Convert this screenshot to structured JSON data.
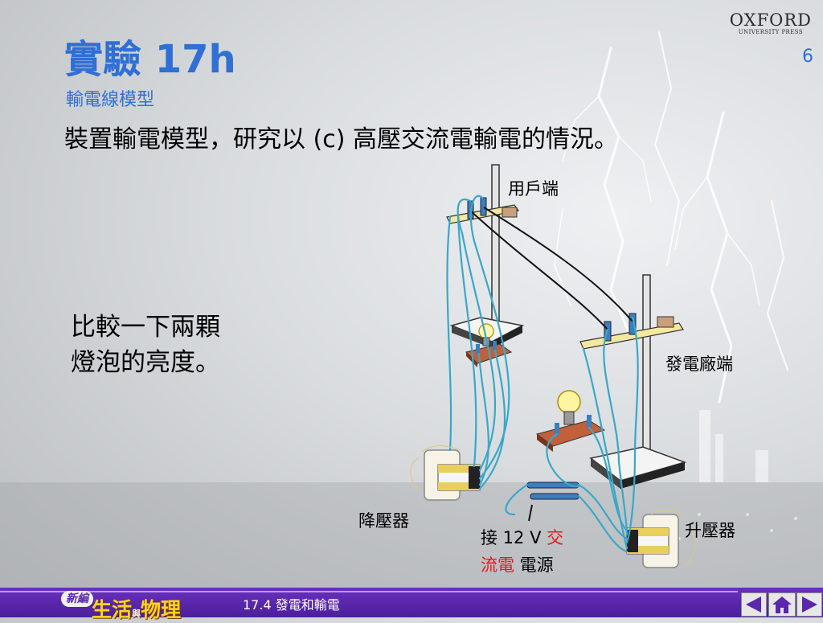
{
  "brand": {
    "name": "OXFORD",
    "sub": "UNIVERSITY PRESS"
  },
  "page": {
    "number": "6"
  },
  "title": "實驗 17h",
  "subtitle": "輸電線模型",
  "main_text": "裝置輸電模型，研究以 (c) 高壓交流電輸電的情況。",
  "side_text": [
    "比較一下兩顆",
    "燈泡的亮度。"
  ],
  "labels": {
    "user_end": "用戶端",
    "plant_end": "發電廠端",
    "step_down": "降壓器",
    "step_up": "升壓器",
    "source_prefix": "接 12 V ",
    "source_red1": "交",
    "source_red2": "流電",
    "source_suffix": " 電源"
  },
  "footer": {
    "logo_badge": "新編",
    "logo_part1": "生活",
    "logo_small": "與",
    "logo_part2": "物理",
    "chapter": "17.4 發電和輸電"
  },
  "nav": {
    "prev_icon": "arrow-left-icon",
    "home_icon": "home-icon",
    "next_icon": "arrow-right-icon"
  },
  "colors": {
    "title_blue": "#2f6fd6",
    "wire_blue": "#3aa7c8",
    "footer_purple": "#5a27ad",
    "highlight_red": "#e01a1a"
  }
}
